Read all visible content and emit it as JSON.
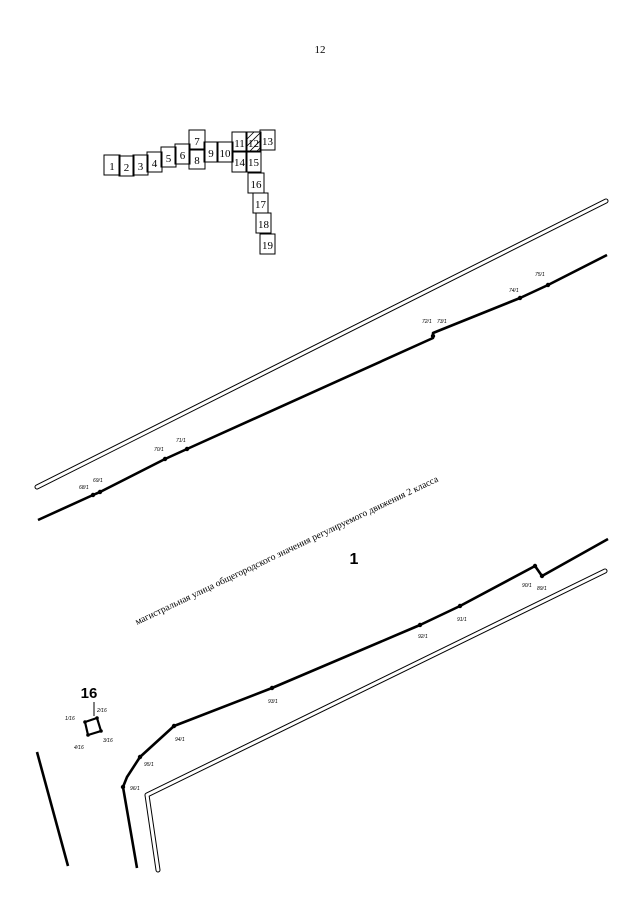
{
  "page": {
    "number": "12"
  },
  "index_map": {
    "tiles": [
      "1",
      "2",
      "3",
      "4",
      "5",
      "6",
      "7",
      "8",
      "9",
      "10",
      "11",
      "12",
      "13",
      "14",
      "15",
      "16",
      "17",
      "18",
      "19"
    ],
    "highlighted_tile": "12"
  },
  "street": {
    "label": "магистральная улица общегородского значения регулируемого движения 2 класса"
  },
  "parcels": {
    "parcel_1": {
      "number": "1"
    },
    "parcel_16": {
      "number": "16"
    }
  },
  "boundary_points": {
    "top_line": [
      "68/1",
      "69/1",
      "70/1",
      "71/1",
      "72/1",
      "73/1",
      "74/1",
      "75/1"
    ],
    "bottom_line": [
      "90/1",
      "89/1",
      "91/1",
      "92/1",
      "93/1",
      "94/1",
      "95/1",
      "96/1"
    ],
    "parcel_16_corners": [
      "1/16",
      "2/16",
      "3/16",
      "4/16"
    ]
  }
}
